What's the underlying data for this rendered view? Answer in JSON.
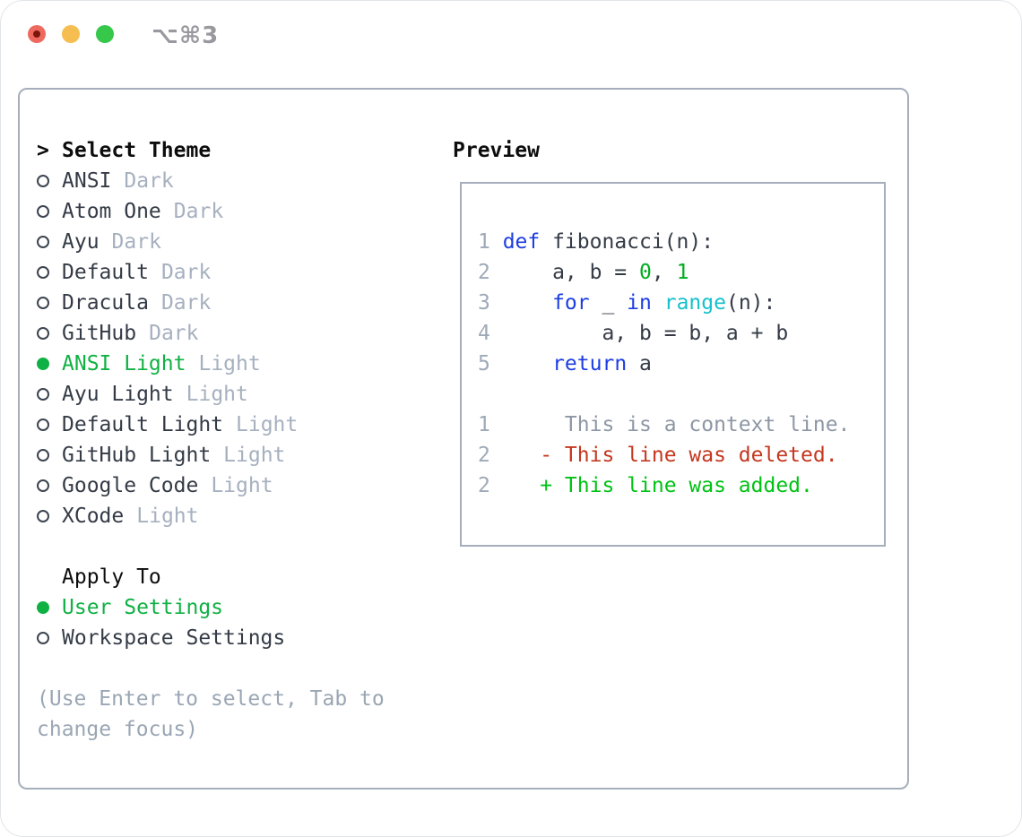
{
  "window": {
    "title": "⌥⌘3"
  },
  "colors": {
    "accent_green": "#10b144",
    "keyword_blue": "#1d3de2",
    "function_cyan": "#14c1cd",
    "number_green": "#00ad1f",
    "added_green": "#00c214",
    "deleted_red": "#c5371f",
    "context_gray": "#8d97a4",
    "panel_border": "#a6aebb"
  },
  "theme_panel": {
    "prompt": ">",
    "title": "Select Theme",
    "items": [
      {
        "name": "ANSI",
        "tag": "Dark",
        "selected": false
      },
      {
        "name": "Atom One",
        "tag": "Dark",
        "selected": false
      },
      {
        "name": "Ayu",
        "tag": "Dark",
        "selected": false
      },
      {
        "name": "Default",
        "tag": "Dark",
        "selected": false
      },
      {
        "name": "Dracula",
        "tag": "Dark",
        "selected": false
      },
      {
        "name": "GitHub",
        "tag": "Dark",
        "selected": false
      },
      {
        "name": "ANSI Light",
        "tag": "Light",
        "selected": true
      },
      {
        "name": "Ayu Light",
        "tag": "Light",
        "selected": false
      },
      {
        "name": "Default Light",
        "tag": "Light",
        "selected": false
      },
      {
        "name": "GitHub Light",
        "tag": "Light",
        "selected": false
      },
      {
        "name": "Google Code",
        "tag": "Light",
        "selected": false
      },
      {
        "name": "XCode",
        "tag": "Light",
        "selected": false
      }
    ],
    "apply_to": {
      "title": "Apply To",
      "options": [
        {
          "label": "User Settings",
          "selected": true
        },
        {
          "label": "Workspace Settings",
          "selected": false
        }
      ]
    },
    "hint_lines": [
      "(Use Enter to select, Tab to",
      "change focus)"
    ]
  },
  "preview": {
    "title": "Preview",
    "code_lines": [
      {
        "num": "1",
        "tokens": [
          [
            "kw",
            "def"
          ],
          [
            "fg",
            " fibonacci(n):"
          ]
        ]
      },
      {
        "num": "2",
        "tokens": [
          [
            "fg",
            "    a, b = "
          ],
          [
            "num",
            "0"
          ],
          [
            "fg",
            ", "
          ],
          [
            "num",
            "1"
          ]
        ]
      },
      {
        "num": "3",
        "tokens": [
          [
            "fg",
            "    "
          ],
          [
            "kw",
            "for"
          ],
          [
            "fg",
            " _ "
          ],
          [
            "kw",
            "in"
          ],
          [
            "fg",
            " "
          ],
          [
            "fn",
            "range"
          ],
          [
            "fg",
            "(n):"
          ]
        ]
      },
      {
        "num": "4",
        "tokens": [
          [
            "fg",
            "        a, b = b, a + b"
          ]
        ]
      },
      {
        "num": "5",
        "tokens": [
          [
            "fg",
            "    "
          ],
          [
            "kw",
            "return"
          ],
          [
            "fg",
            " a"
          ]
        ]
      },
      {
        "num": "",
        "tokens": []
      },
      {
        "num": "1",
        "tokens": [
          [
            "ctx",
            "     This is a context line."
          ]
        ]
      },
      {
        "num": "2",
        "tokens": [
          [
            "del",
            "   - This line was deleted."
          ]
        ]
      },
      {
        "num": "2",
        "tokens": [
          [
            "add",
            "   + This line was added."
          ]
        ]
      }
    ]
  }
}
